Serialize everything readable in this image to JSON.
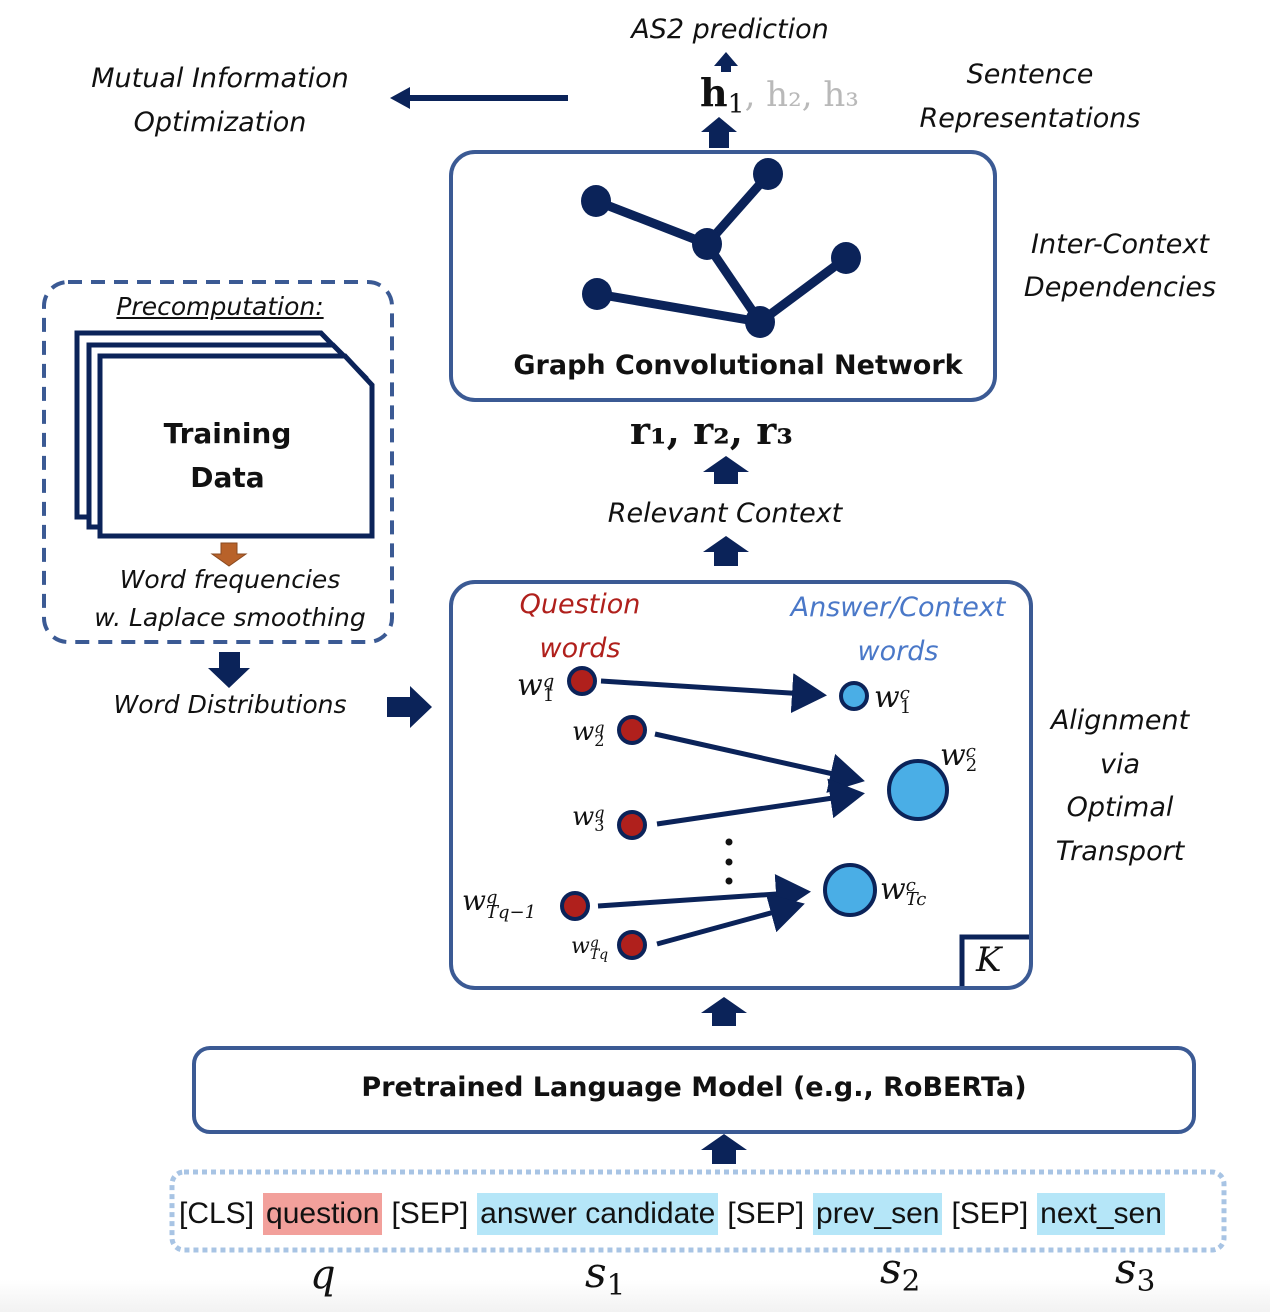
{
  "top": {
    "prediction_label": "AS2 prediction",
    "mutual_info_line1": "Mutual Information",
    "mutual_info_line2": "Optimization",
    "h_first": "h",
    "h_first_sub": "1",
    "h_rest": ", h₂, h₃",
    "sentence_repr_line1": "Sentence",
    "sentence_repr_line2": "Representations"
  },
  "gcn": {
    "title": "Graph Convolutional Network",
    "side_line1": "Inter-Context",
    "side_line2": "Dependencies",
    "output_r": "r₁, r₂, r₃"
  },
  "relevant_context": "Relevant Context",
  "precomputation": {
    "title": "Precomputation:",
    "training_line1": "Training",
    "training_line2": "Data",
    "freq_line1": "Word frequencies",
    "freq_line2": "w. Laplace smoothing",
    "distributions": "Word Distributions"
  },
  "alignment": {
    "question_line1": "Question",
    "question_line2": "words",
    "answer_line1": "Answer/Context",
    "answer_line2": "words",
    "question_nodes": [
      {
        "base": "w",
        "sup": "q",
        "sub": "1"
      },
      {
        "base": "w",
        "sup": "q",
        "sub": "2"
      },
      {
        "base": "w",
        "sup": "q",
        "sub": "3"
      },
      {
        "base": "w",
        "sup": "q",
        "sub": "Tq−1"
      },
      {
        "base": "w",
        "sup": "q",
        "sub": "Tq"
      }
    ],
    "context_nodes": [
      {
        "base": "w",
        "sup": "c",
        "sub": "1"
      },
      {
        "base": "w",
        "sup": "c",
        "sub": "2"
      },
      {
        "base": "w",
        "sup": "c",
        "sub": "Tc"
      }
    ],
    "ellipsis": "⋮",
    "plate_label": "K",
    "side_line1": "Alignment",
    "side_line2": "via",
    "side_line3": "Optimal",
    "side_line4": "Transport"
  },
  "plm": {
    "title": "Pretrained Language Model (e.g., RoBERTa)"
  },
  "input": {
    "tokens": [
      {
        "text": "[CLS]",
        "kind": "special"
      },
      {
        "text": "question",
        "kind": "question"
      },
      {
        "text": "[SEP]",
        "kind": "special"
      },
      {
        "text": "answer candidate",
        "kind": "context"
      },
      {
        "text": "[SEP]",
        "kind": "special"
      },
      {
        "text": "prev_sen",
        "kind": "context"
      },
      {
        "text": "[SEP]",
        "kind": "special"
      },
      {
        "text": "next_sen",
        "kind": "context"
      }
    ],
    "segment_labels": {
      "q": "q",
      "s1": "s",
      "s1_sub": "1",
      "s2": "s",
      "s2_sub": "2",
      "s3": "s",
      "s3_sub": "3"
    }
  },
  "colors": {
    "navy": "#0b2359",
    "box_border": "#3b5a94",
    "question_red": "#b0201c",
    "context_blue": "#4aaee6",
    "question_text": "#b0201c",
    "answer_text": "#4a78c8",
    "orange_arrow": "#b8622a",
    "token_question_bg": "#f2a09b",
    "token_context_bg": "#b5e6f8",
    "dotted_border": "#a8c4e4"
  }
}
